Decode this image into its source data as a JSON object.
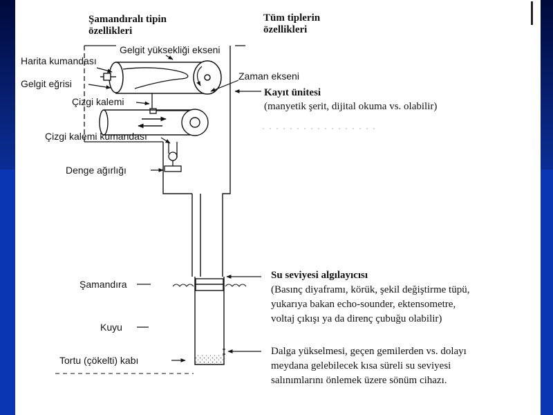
{
  "headers": {
    "float_type_title_line1": "Şamandıralı tipin",
    "float_type_title_line2": "özellikleri",
    "all_types_title_line1": "Tüm tiplerin",
    "all_types_title_line2": "özellikleri"
  },
  "left_labels": {
    "tide_height_axis": "Gelgit yüksekliği ekseni",
    "map_control": "Harita kumandası",
    "tide_curve": "Gelgit eğrisi",
    "pen": "Çizgi kalemi",
    "pen_control": "Çizgi kalemi kumandası",
    "counterweight": "Denge ağırlığı",
    "float": "Şamandıra",
    "well": "Kuyu",
    "sediment_container": "Tortu (çökelti) kabı"
  },
  "right_labels": {
    "time_axis": "Zaman ekseni",
    "recording_unit_title": "Kayıt ünitesi",
    "recording_unit_desc": "(manyetik şerit, dijital okuma vs. olabilir)",
    "sensor_title": "Su seviyesi algılayıcısı",
    "sensor_desc_line1": "(Basınç diyaframı, körük, şekil değiştirme tüpü,",
    "sensor_desc_line2": "yukarıya bakan echo-sounder, ektensometre,",
    "sensor_desc_line3": "voltaj çıkışı ya da direnç çubuğu olabilir)",
    "damper_line1": "Dalga yükselmesi, geçen gemilerden vs. dolayı",
    "damper_line2": "meydana gelebilecek kısa süreli su seviyesi",
    "damper_line3": "salınımlarını önlemek üzere sönüm cihazı."
  },
  "colors": {
    "frame_blue": "#0a36b4",
    "frame_dark": "#000a3a",
    "ink": "#111111"
  }
}
